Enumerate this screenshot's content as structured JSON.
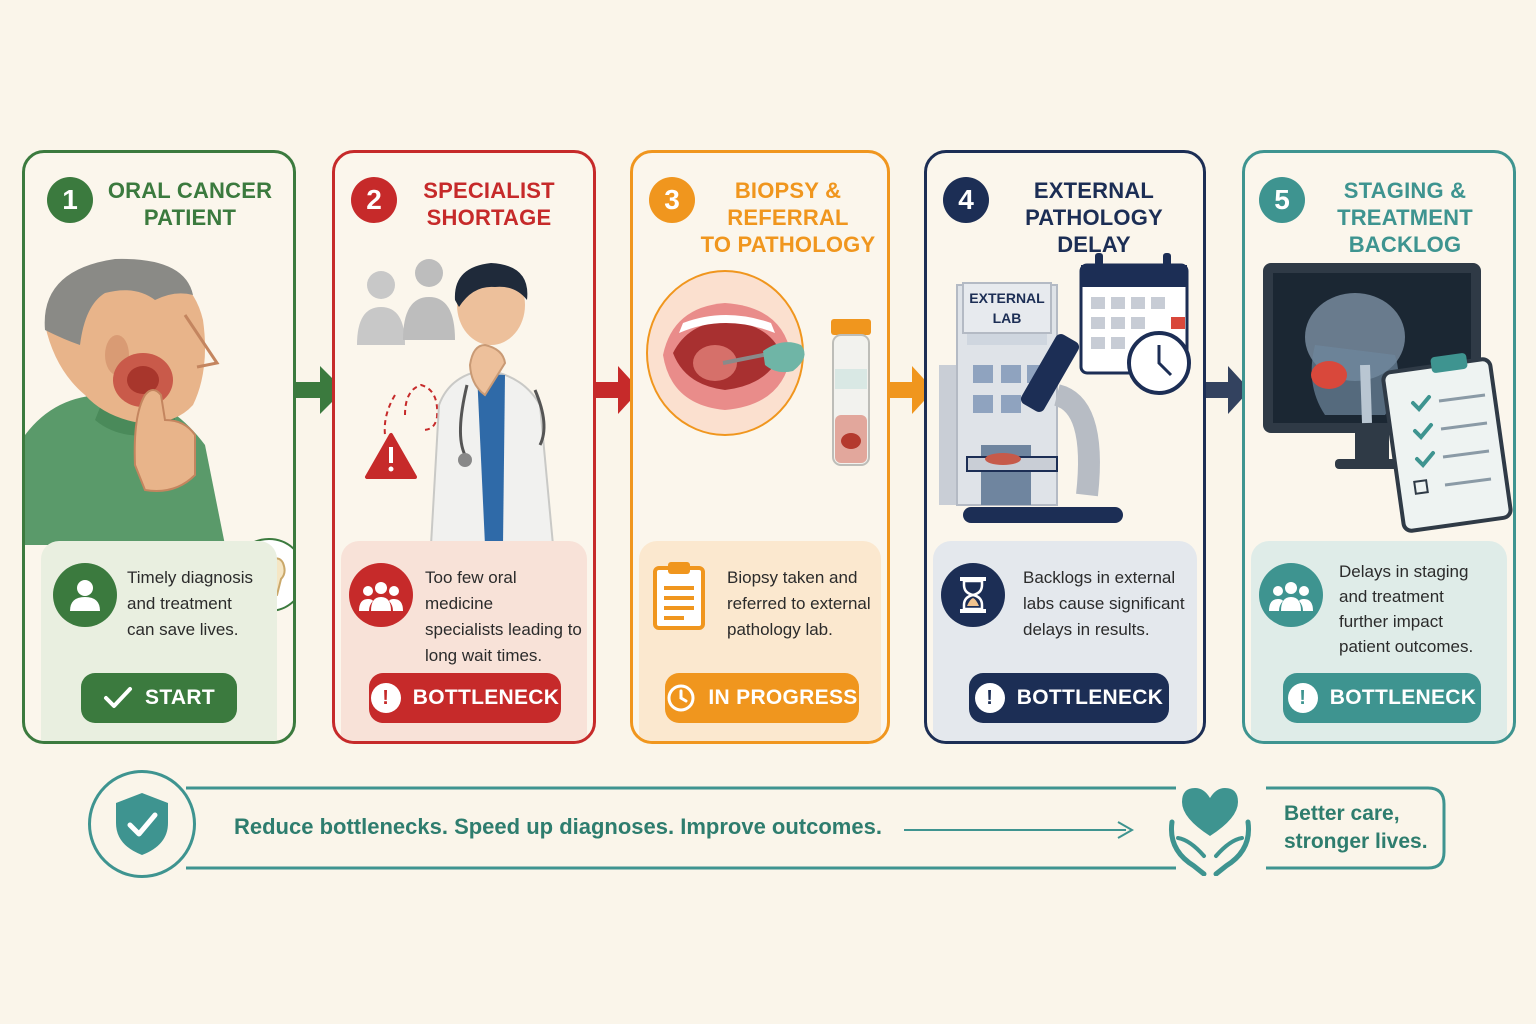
{
  "steps": [
    {
      "number": "1",
      "title_lines": [
        "Oral Cancer",
        "Patient"
      ],
      "description_lines": [
        "Timely diagnosis",
        "and treatment",
        "can save lives."
      ],
      "status": "START",
      "icon": "user-icon",
      "status_icon": "check-icon",
      "color": "#3b7a3e"
    },
    {
      "number": "2",
      "title_lines": [
        "Specialist",
        "Shortage"
      ],
      "description_lines": [
        "Too few oral medicine",
        "specialists leading to",
        "long wait times."
      ],
      "status": "BOTTLENECK",
      "icon": "group-icon",
      "status_icon": "exclamation-icon",
      "color": "#c62a2a"
    },
    {
      "number": "3",
      "title_lines": [
        "Biopsy & Referral",
        "to Pathology"
      ],
      "description_lines": [
        "Biopsy taken and",
        "referred to external",
        "pathology lab."
      ],
      "status": "IN PROGRESS",
      "icon": "clipboard-icon",
      "status_icon": "clock-icon",
      "color": "#f0961e"
    },
    {
      "number": "4",
      "title_lines": [
        "External Pathology",
        "Delay"
      ],
      "description_lines": [
        "Backlogs in external",
        "labs cause significant",
        "delays in results."
      ],
      "status": "BOTTLENECK",
      "icon": "hourglass-icon",
      "status_icon": "exclamation-icon",
      "color": "#1c2e55"
    },
    {
      "number": "5",
      "title_lines": [
        "Staging & Treatment",
        "Backlog"
      ],
      "description_lines": [
        "Delays in staging",
        "and treatment",
        "further impact",
        "patient outcomes."
      ],
      "status": "BOTTLENECK",
      "icon": "group-icon",
      "status_icon": "exclamation-icon",
      "color": "#3e9490"
    }
  ],
  "illustration_labels": {
    "lab_sign_lines": [
      "EXTERNAL",
      "LAB"
    ]
  },
  "footer": {
    "message": "Reduce bottlenecks. Speed up diagnoses. Improve outcomes.",
    "outcome_lines": [
      "Better care,",
      "stronger lives."
    ],
    "shield_icon": "shield-check-icon",
    "heart_icon": "heart-hands-icon"
  }
}
